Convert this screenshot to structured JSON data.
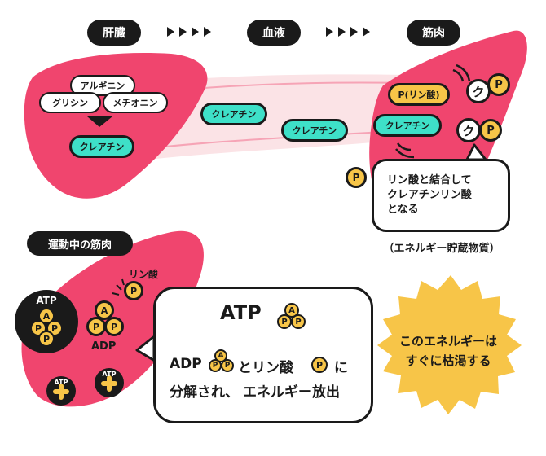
{
  "flow": {
    "liver": "肝臓",
    "blood": "血液",
    "muscle": "筋肉"
  },
  "liver": {
    "arginine": "アルギニン",
    "glycine": "グリシン",
    "methionine": "メチオニン",
    "creatine": "クレアチン"
  },
  "blood": {
    "creatine_1": "クレアチン",
    "creatine_2": "クレアチン"
  },
  "muscle": {
    "phosphate_pill": "P(リン酸)",
    "creatine": "クレアチン",
    "k1": "ク",
    "p1": "P",
    "k2": "ク",
    "p2": "P",
    "p_free": "P",
    "bubble_text": "リン酸と結合して\nクレアチンリン酸\nとなる",
    "caption": "（エネルギー貯蔵物質）"
  },
  "exercise": {
    "title": "運動中の筋肉",
    "atp_label": "ATP",
    "phosphate_label": "リン酸",
    "adp_label": "ADP",
    "small_atp_1": "ATP",
    "small_atp_2": "ATP",
    "adp_a": "A",
    "adp_p1": "P",
    "adp_p2": "P",
    "atp_a": "A",
    "atp_p1": "P",
    "atp_p2": "P",
    "atp_p3": "P",
    "loose_p": "P"
  },
  "explanation": {
    "atp_title": "ATP",
    "adp_text": "ADP",
    "and_phosphate": "とリン酸",
    "ni": "に",
    "decompose": "分解され、",
    "energy_release": "エネルギー放出",
    "a": "A",
    "p": "P"
  },
  "burst": {
    "line1": "このエネルギーは",
    "line2": "すぐに枯渇する"
  },
  "colors": {
    "pink": "#f0456e",
    "pink_light": "#fbe3e6",
    "teal": "#3ee0c8",
    "yellow": "#f7c548",
    "dark": "#1a1a1a"
  }
}
